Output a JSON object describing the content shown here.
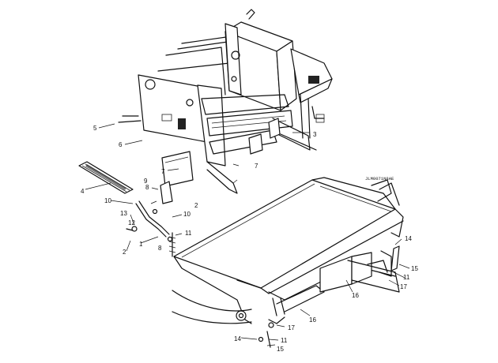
{
  "drawing_reference": "JLM0071N8AE",
  "callouts": [
    "1",
    "2",
    "3",
    "4",
    "5",
    "6",
    "7",
    "8",
    "9",
    "10",
    "11",
    "12",
    "13",
    "14",
    "15",
    "16",
    "17"
  ]
}
